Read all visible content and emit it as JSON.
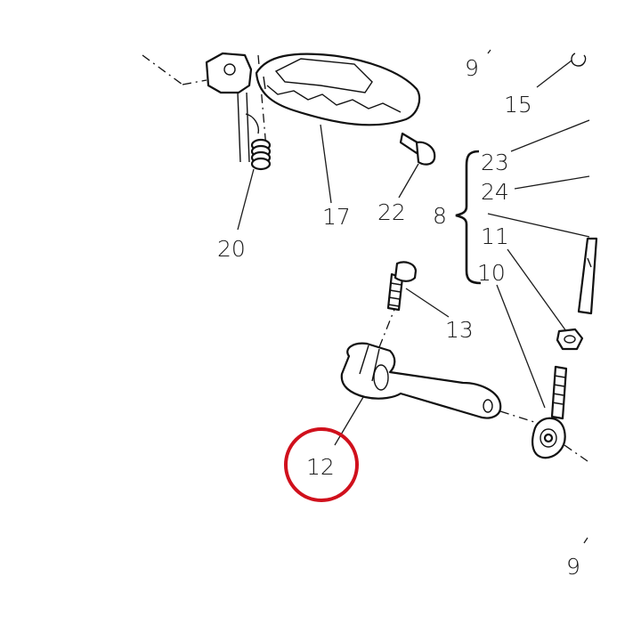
{
  "callouts": {
    "c9_top": "9",
    "c15": "15",
    "c23": "23",
    "c24": "24",
    "c8": "8",
    "c11": "11",
    "c10": "10",
    "c17": "17",
    "c22": "22",
    "c20": "20",
    "c13": "13",
    "c12": "12",
    "c9_bottom": "9"
  },
  "highlight": {
    "color": "#d0101c",
    "target": "12"
  }
}
